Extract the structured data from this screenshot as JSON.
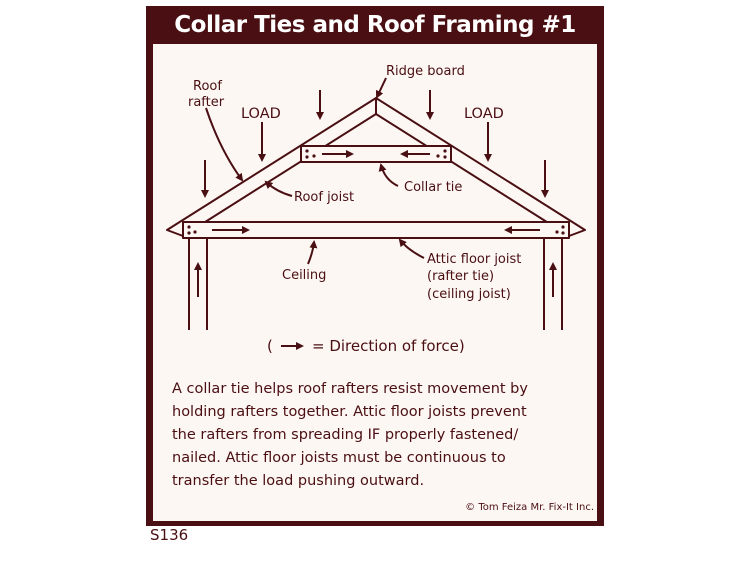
{
  "title": "Collar Ties and Roof Framing #1",
  "labels": {
    "roof_rafter_line1": "Roof",
    "roof_rafter_line2": "rafter",
    "ridge_board": "Ridge board",
    "load_left": "LOAD",
    "load_right": "LOAD",
    "collar_tie": "Collar tie",
    "roof_joist": "Roof joist",
    "ceiling": "Ceiling",
    "attic_floor_joist": "Attic floor joist",
    "rafter_tie": "(rafter tie)",
    "ceiling_joist": "(ceiling joist)",
    "legend_open": "(",
    "legend_text": "= Direction of force)"
  },
  "caption": [
    "A collar tie helps roof rafters resist movement by",
    "holding rafters together. Attic floor joists prevent",
    "the rafters from spreading IF properly fastened/",
    "nailed. Attic floor joists must be continuous to",
    "transfer the load pushing outward."
  ],
  "copyright": "© Tom Feiza Mr. Fix-It Inc.",
  "code": "S136",
  "colors": {
    "ink": "#4a0f12",
    "paper": "#fdf7f4"
  }
}
